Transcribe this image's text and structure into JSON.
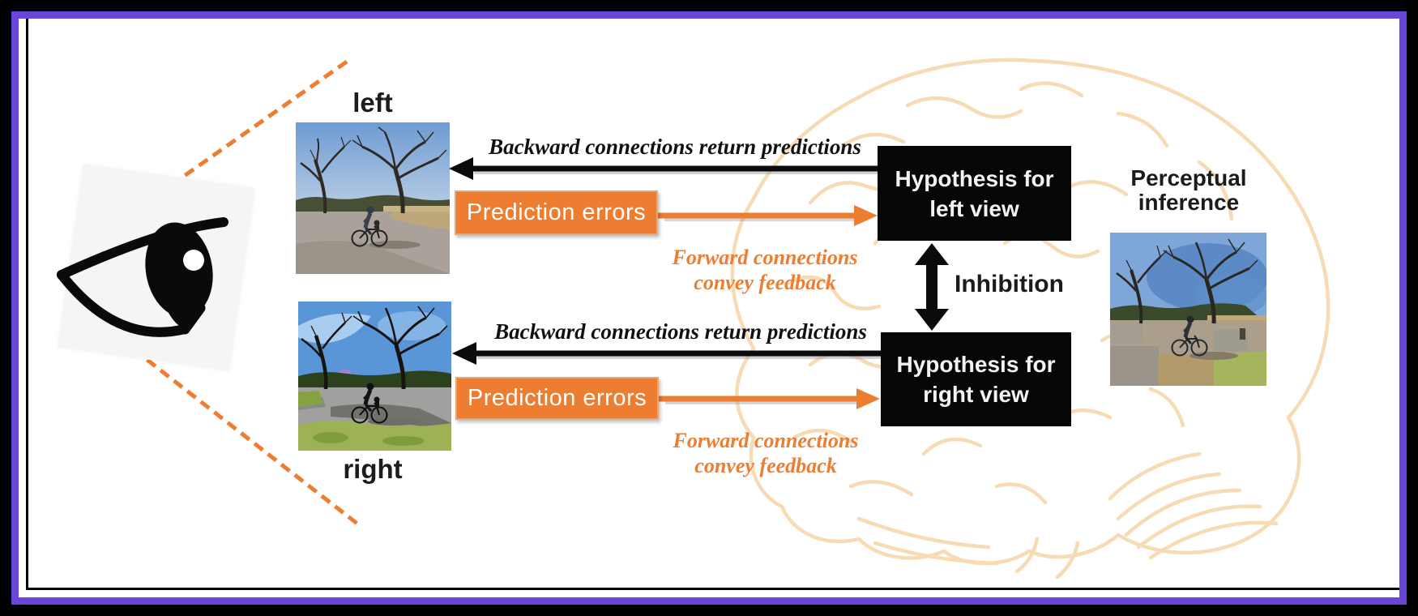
{
  "figure": {
    "stimulus": {
      "left_label": "left",
      "right_label": "right"
    },
    "connections": {
      "backward_label": "Backward connections return predictions",
      "prediction_errors_label": "Prediction errors",
      "forward_label_line1": "Forward connections",
      "forward_label_line2": "convey feedback"
    },
    "hypotheses": {
      "left_line1": "Hypothesis for",
      "left_line2": "left view",
      "right_line1": "Hypothesis for",
      "right_line2": "right view",
      "inhibition_label": "Inhibition"
    },
    "perception": {
      "label_line1": "Perceptual",
      "label_line2": "inference"
    },
    "icons": {
      "eye": "eye-icon",
      "brain": "brain-outline-icon"
    },
    "colors": {
      "accent_orange": "#ED7D31",
      "frame_purple": "#6A45D9",
      "brain_outline": "#F6D3A2",
      "box_black": "#060606"
    }
  }
}
